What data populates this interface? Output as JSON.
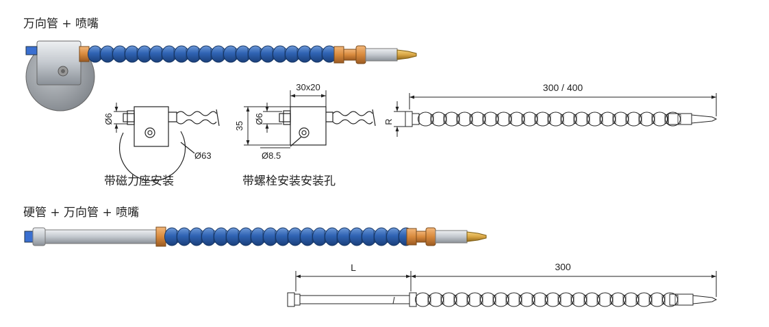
{
  "sections": {
    "flex_nozzle_heading": "万向管 + 喷嘴",
    "rigid_flex_nozzle_heading": "硬管 + 万向管 + 喷嘴"
  },
  "captions": {
    "magnetic_mount": "带磁力座安装",
    "bolt_mount": "带螺栓安装安装孔"
  },
  "dimensions": {
    "magnet_port": "Ø6",
    "magnet_base_dia": "Ø63",
    "block_width": "30x20",
    "block_height": "35",
    "bolt_port": "Ø6",
    "bolt_hole": "Ø8.5",
    "radius": "R",
    "flex_length": "300 / 400",
    "rigid_length": "L",
    "flex_length_2": "300"
  },
  "colors": {
    "hose_blue": "#2f63b3",
    "fitting_copper": "#d88a3d",
    "nozzle_brass": "#d9a645",
    "rigid_pipe": "#c8cdd3"
  }
}
